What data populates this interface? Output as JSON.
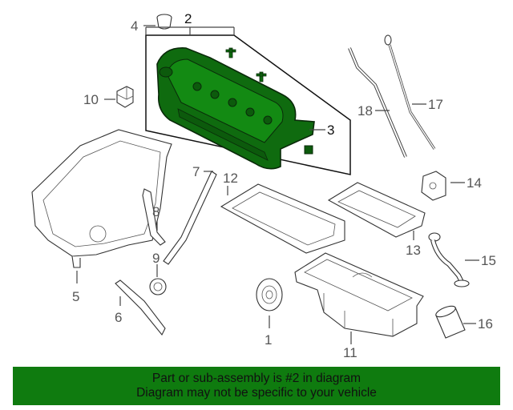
{
  "callouts": {
    "c1": "1",
    "c2": "2",
    "c3": "3",
    "c4": "4",
    "c5": "5",
    "c6": "6",
    "c7": "7",
    "c8": "8",
    "c9": "9",
    "c10": "10",
    "c11": "11",
    "c12": "12",
    "c13": "13",
    "c14": "14",
    "c15": "15",
    "c16": "16",
    "c17": "17",
    "c18": "18"
  },
  "highlight": {
    "part": "2",
    "color": "#0f7b0f"
  },
  "banner": {
    "line1": "Part or sub-assembly is #2 in diagram",
    "line2": "Diagram may not be specific to your vehicle",
    "color": "#0f7b0f"
  }
}
